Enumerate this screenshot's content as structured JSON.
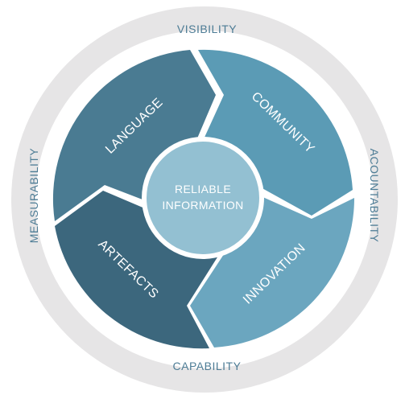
{
  "outer_ring": {
    "top": "VISIBILITY",
    "right": "ACOUNTABILITY",
    "bottom": "CAPABILITY",
    "left": "MEASURABILITY"
  },
  "segments": [
    {
      "label": "LANGUAGE",
      "color": "#4a7b92"
    },
    {
      "label": "COMMUNITY",
      "color": "#5b9bb5"
    },
    {
      "label": "INNOVATION",
      "color": "#6ba6bf"
    },
    {
      "label": "ARTEFACTS",
      "color": "#3c677d"
    }
  ],
  "center": {
    "line1": "RELIABLE",
    "line2": "INFORMATION",
    "color": "#93c0d2"
  },
  "ring_color": "#e6e5e6",
  "text_color": "#4d7c95"
}
